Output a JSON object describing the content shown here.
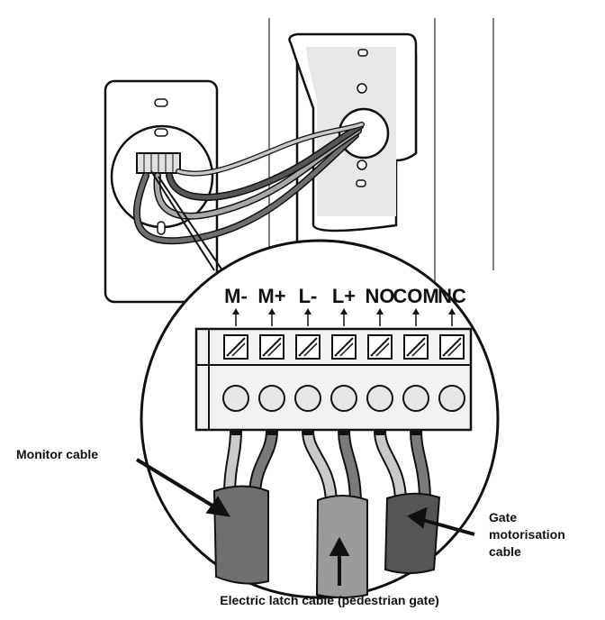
{
  "terminals": [
    {
      "id": "m-minus",
      "label": "M-"
    },
    {
      "id": "m-plus",
      "label": "M+"
    },
    {
      "id": "l-minus",
      "label": "L-"
    },
    {
      "id": "l-plus",
      "label": "L+"
    },
    {
      "id": "no",
      "label": "NO"
    },
    {
      "id": "com",
      "label": "COM"
    },
    {
      "id": "nc",
      "label": "NC"
    }
  ],
  "callouts": {
    "monitor": "Monitor cable",
    "gate_line1": "Gate",
    "gate_line2": "motorisation",
    "gate_line3": "cable",
    "latch": "Electric latch cable (pedestrian gate)"
  },
  "colors": {
    "outline": "#111111",
    "cable_monitor": "#6f6f6f",
    "cable_latch": "#9a9a9a",
    "cable_gate": "#555555",
    "wire_light": "#c9c9c9",
    "wire_dark": "#7a7a7a",
    "terminal_fill": "#f2f2f2"
  }
}
